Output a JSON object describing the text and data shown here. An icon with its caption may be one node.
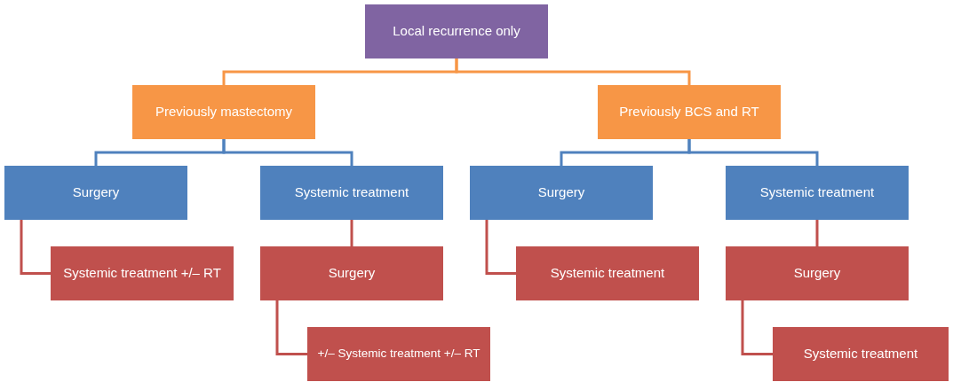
{
  "diagram": {
    "nodes": [
      {
        "text": [
          "Local recurrence only"
        ]
      },
      {
        "text": [
          "Previously mastectomy"
        ]
      },
      {
        "text": [
          "Previously BCS and RT"
        ]
      },
      {
        "text": [
          "Surgery"
        ]
      },
      {
        "text": [
          "Systemic treatment"
        ]
      },
      {
        "text": [
          "Systemic treatment +/– RT"
        ]
      },
      {
        "text": [
          "Surgery"
        ]
      },
      {
        "text": [
          "+/– Systemic treatment +/– RT"
        ]
      },
      {
        "text": [
          "Surgery"
        ]
      },
      {
        "text": [
          "Systemic treatment"
        ]
      },
      {
        "text": [
          "Systemic treatment"
        ]
      },
      {
        "text": [
          "Surgery"
        ]
      },
      {
        "text": [
          "Systemic treatment"
        ]
      }
    ],
    "edges": [
      {
        "from": 0,
        "to": 1,
        "arrow": "none",
        "color": "#f79646"
      },
      {
        "from": 0,
        "to": 2,
        "arrow": "none",
        "color": "#f79646"
      },
      {
        "from": 1,
        "to": 3,
        "arrow": "none",
        "color": "#4f81bd"
      },
      {
        "from": 1,
        "to": 4,
        "arrow": "none",
        "color": "#4f81bd"
      },
      {
        "from": 2,
        "to": 8,
        "arrow": "none",
        "color": "#4f81bd"
      },
      {
        "from": 2,
        "to": 9,
        "arrow": "none",
        "color": "#4f81bd"
      },
      {
        "from": 3,
        "to": 5,
        "arrow": "none"
      },
      {
        "from": 4,
        "to": 6,
        "arrow": "none"
      },
      {
        "from": 6,
        "to": 7,
        "arrow": "none"
      },
      {
        "from": 8,
        "to": 10,
        "arrow": "none"
      },
      {
        "from": 9,
        "to": 11,
        "arrow": "none"
      },
      {
        "from": 11,
        "to": 12,
        "arrow": "none"
      }
    ]
  }
}
